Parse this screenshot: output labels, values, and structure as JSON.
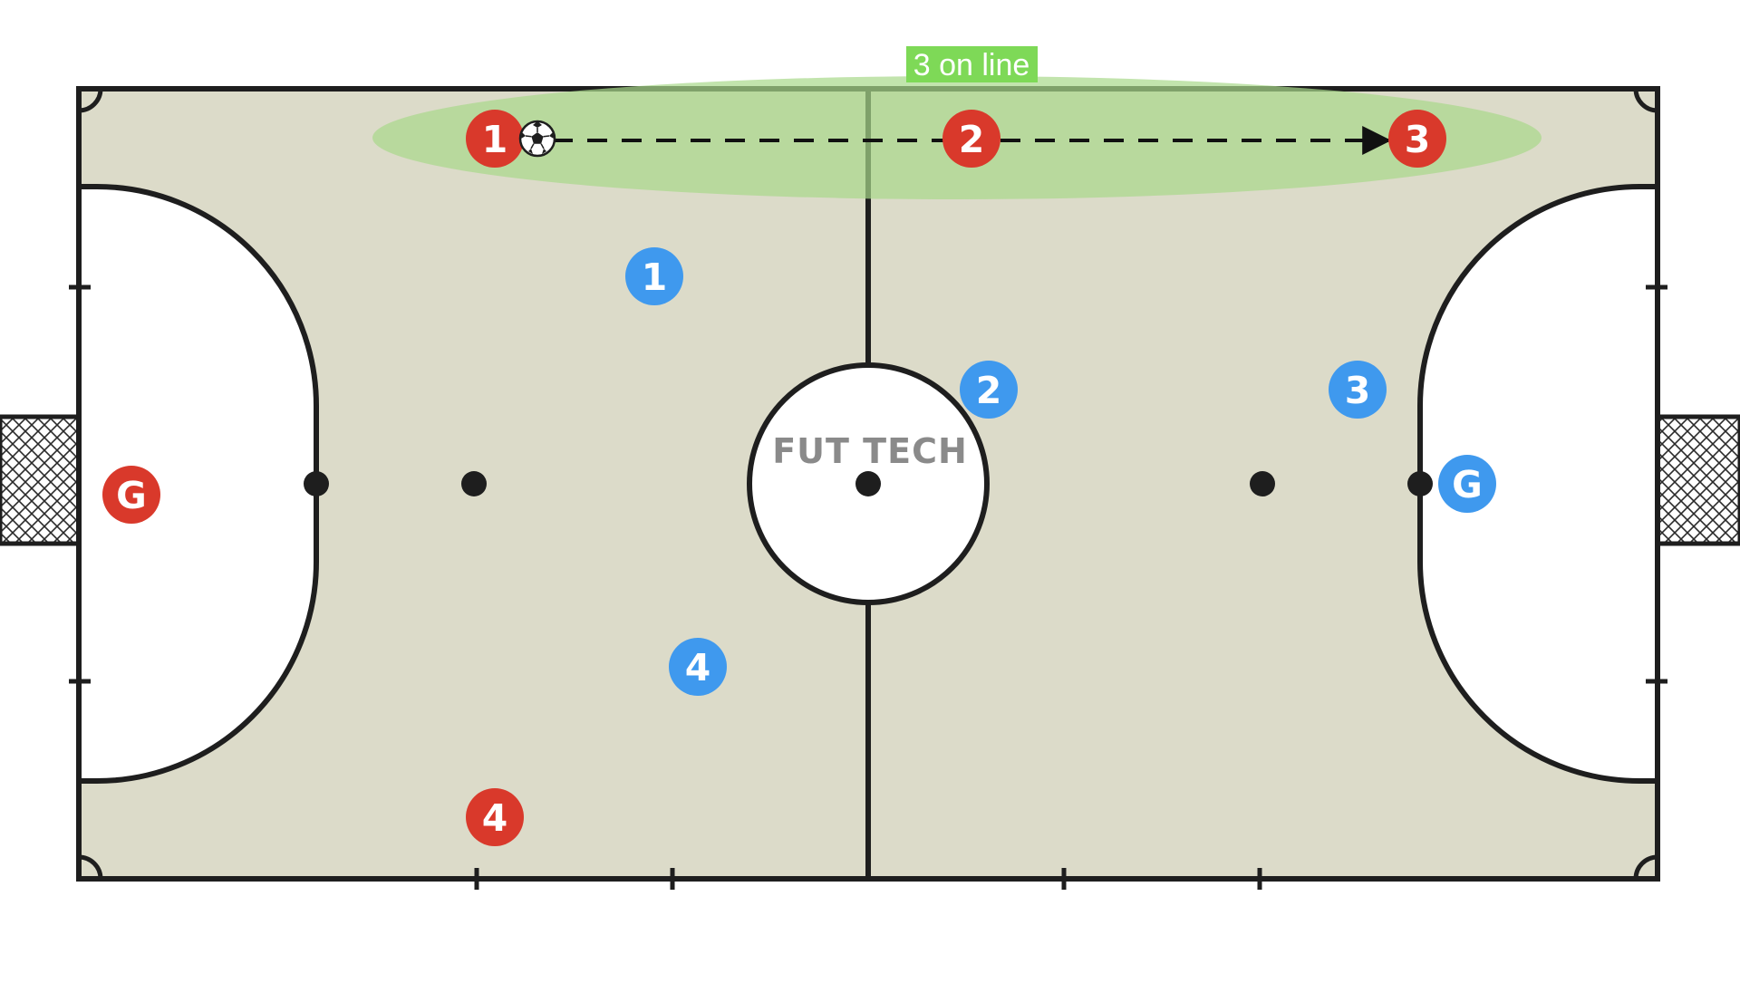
{
  "colors": {
    "court": "#dcdbc9",
    "line": "#1e1e1e",
    "team_red": "#d9392b",
    "team_blue": "#3f99ee",
    "highlight_zone": "#a8d88a",
    "tag_background": "#7ed957",
    "logo": "#8a8a8a"
  },
  "annotation": {
    "label": "3 on line"
  },
  "logo": {
    "text": "FUT TECH"
  },
  "ball": {
    "icon": "soccer-ball-icon"
  },
  "players": {
    "red": [
      {
        "id": "red-1",
        "label": "1"
      },
      {
        "id": "red-2",
        "label": "2"
      },
      {
        "id": "red-3",
        "label": "3"
      },
      {
        "id": "red-4",
        "label": "4"
      },
      {
        "id": "red-g",
        "label": "G"
      }
    ],
    "blue": [
      {
        "id": "blue-1",
        "label": "1"
      },
      {
        "id": "blue-2",
        "label": "2"
      },
      {
        "id": "blue-3",
        "label": "3"
      },
      {
        "id": "blue-4",
        "label": "4"
      },
      {
        "id": "blue-g",
        "label": "G"
      }
    ]
  }
}
